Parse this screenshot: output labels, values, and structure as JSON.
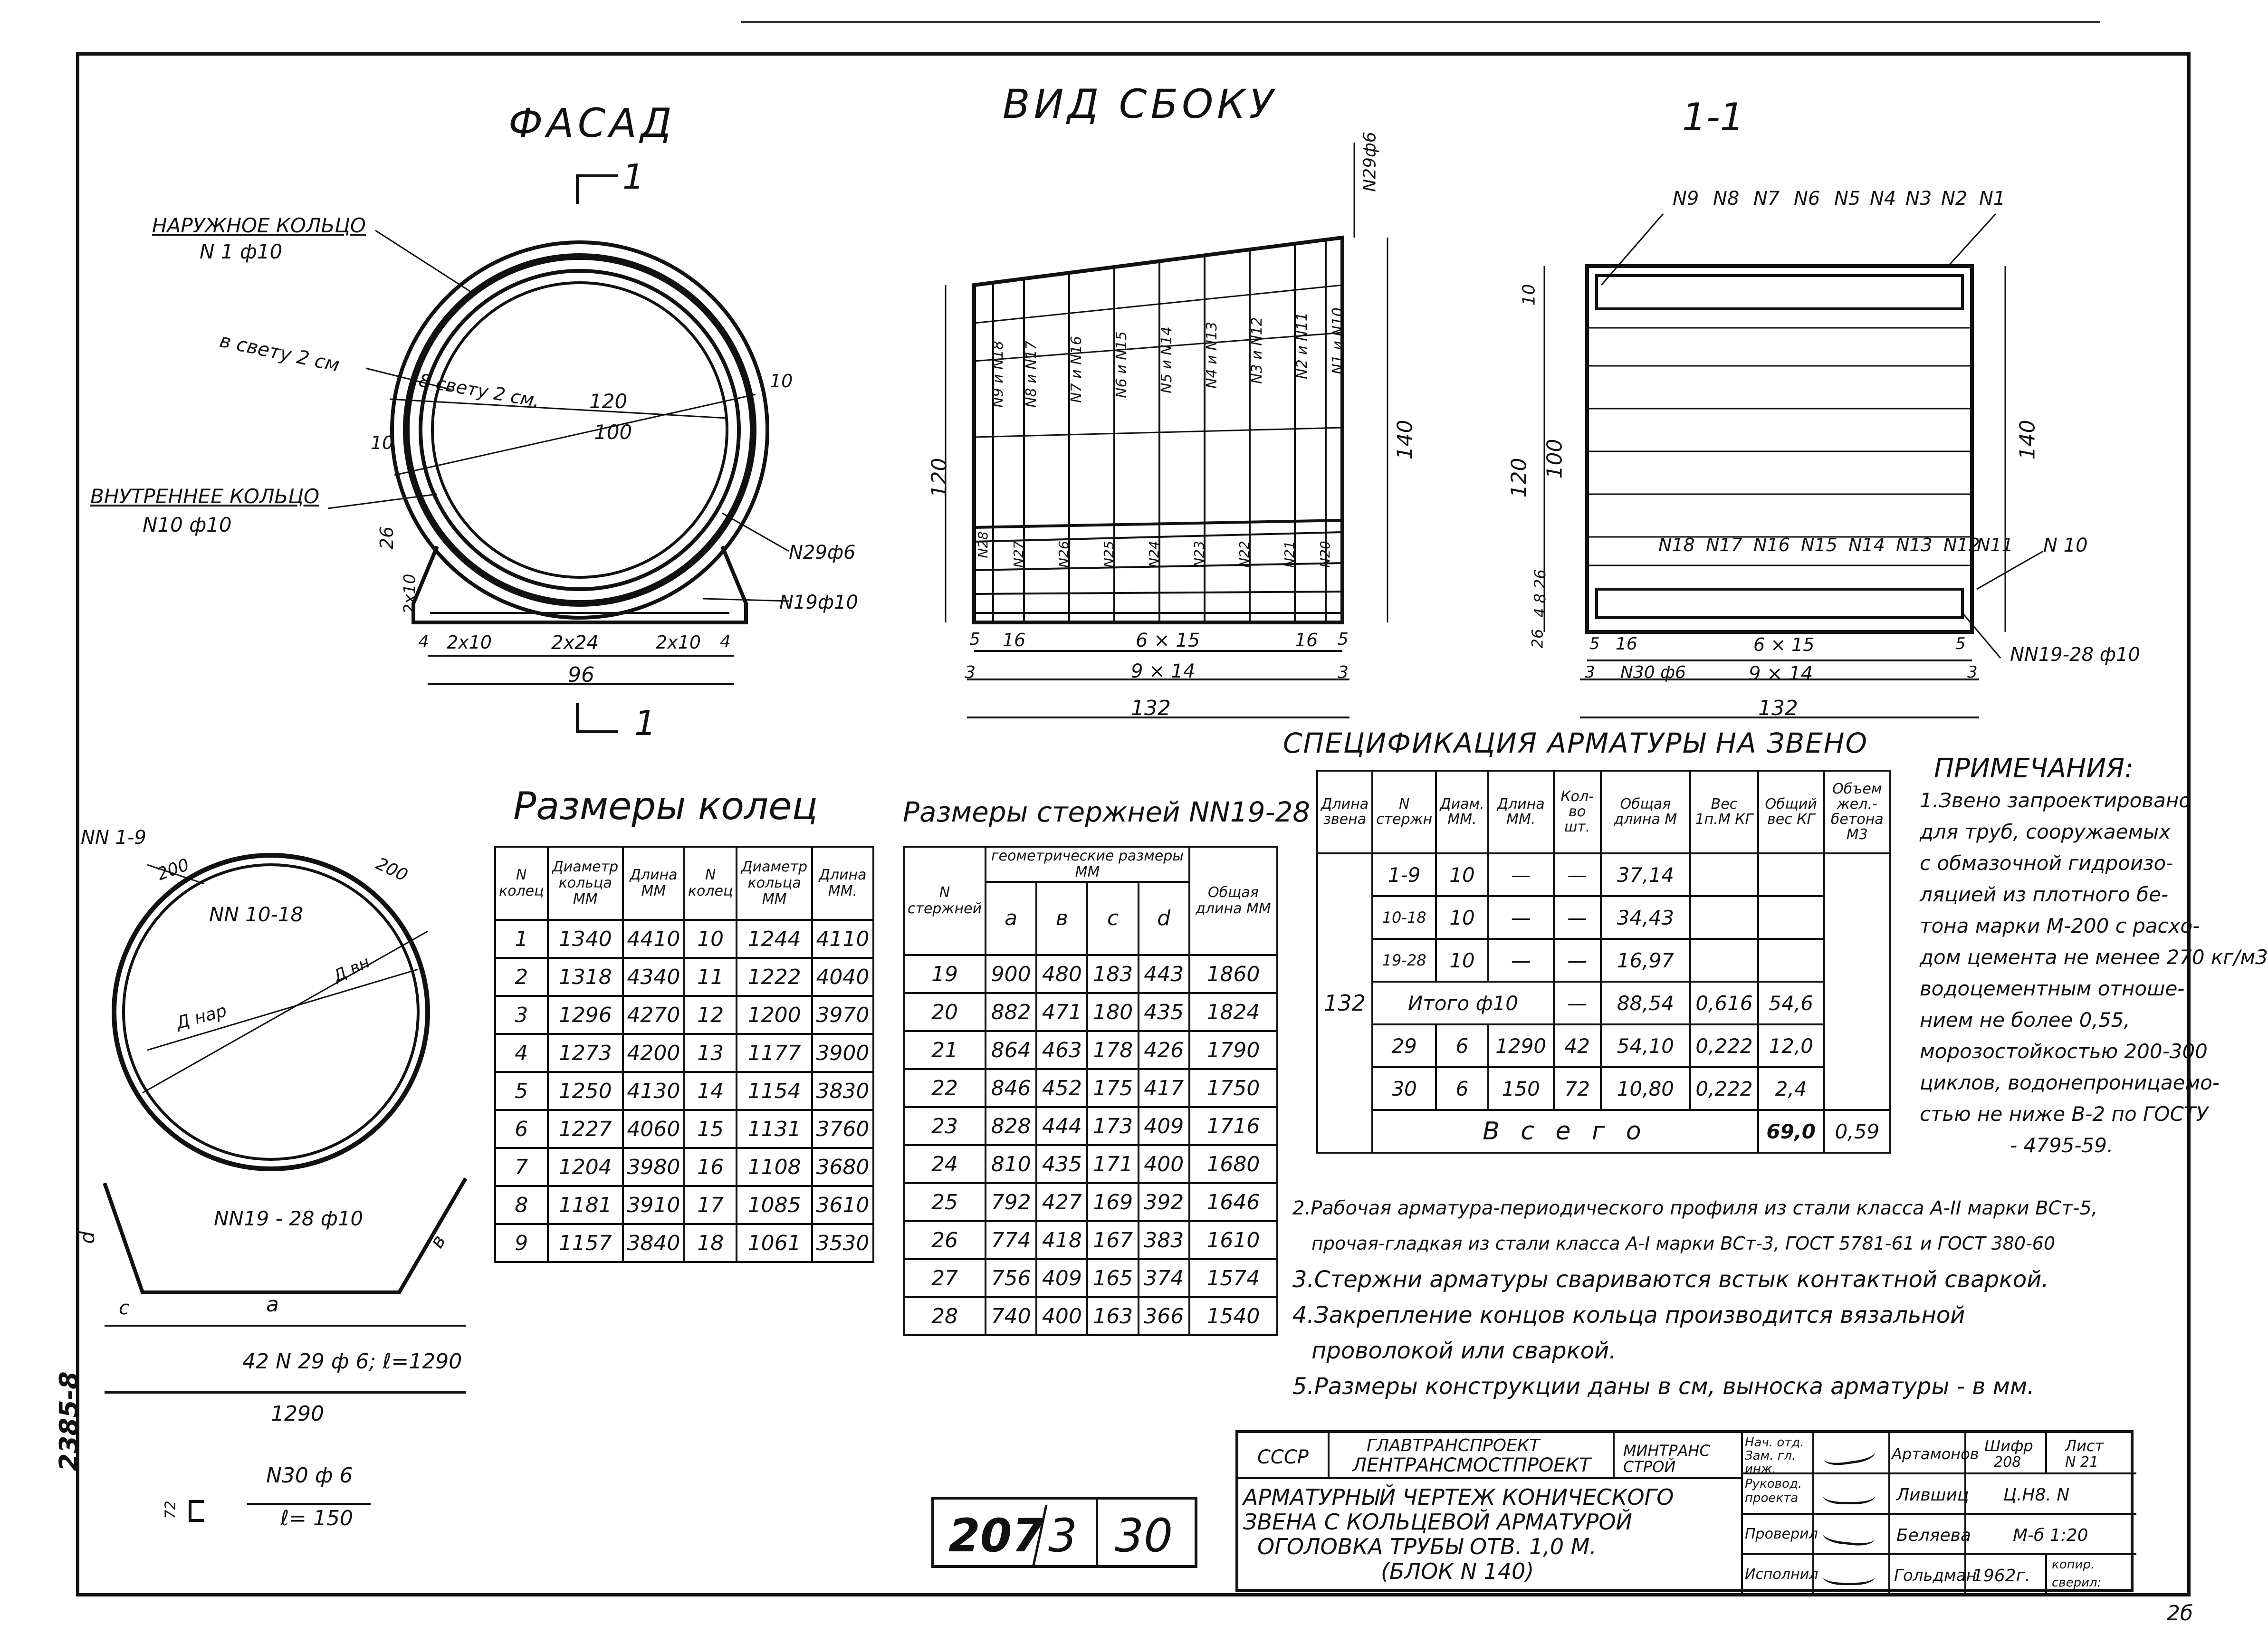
{
  "top_rule": "",
  "views": {
    "facade": {
      "title": "ФАСАД",
      "section_mark": "1",
      "outer_ring_label": "НАРУЖНОЕ КОЛЬЦО",
      "outer_ring_ref": "N 1 ф10",
      "clear1": "в свету 2 см",
      "clear2": "8 свету 2 см.",
      "inner_ring_label": "ВНУТРЕННЕЕ КОЛЬЦО",
      "inner_ring_ref": "N10 ф10",
      "dim_120": "120",
      "dim_100": "100",
      "dim_10a": "10",
      "dim_10b": "10",
      "dim_26": "26",
      "dim_2x10_v": "2х10",
      "ref_29": "N29ф6",
      "ref_19": "N19ф10",
      "dim_4a": "4",
      "dim_4b": "4",
      "dim_2x10_l": "2х10",
      "dim_2x24": "2х24",
      "dim_2x10_r": "2х10",
      "dim_96": "96"
    },
    "side": {
      "title": "ВИД СБОКУ",
      "ref_top": "N29ф6",
      "dim_120": "120",
      "dim_140": "140",
      "upper_labels": [
        "N9 и N18",
        "N8 и N17",
        "N7 и N16",
        "N6 и N15",
        "N5 и N14",
        "N4 и N13",
        "N3 и N12",
        "N2 и N11",
        "N1 и N10"
      ],
      "lower_labels": [
        "N28",
        "N27",
        "N26",
        "N25",
        "N24",
        "N23",
        "N22",
        "N21",
        "N20"
      ],
      "dim_5l": "5",
      "dim_16l": "16",
      "dim_6x15": "6 × 15",
      "dim_16r": "16",
      "dim_5r": "5",
      "dim_3l": "3",
      "dim_9x14": "9 × 14",
      "dim_3r": "3",
      "dim_132": "132"
    },
    "section": {
      "title": "1-1",
      "top_refs": [
        "N9",
        "N8",
        "N7",
        "N6",
        "N5",
        "N4",
        "N3",
        "N2",
        "N1"
      ],
      "dim_10": "10",
      "dim_120": "120",
      "dim_100": "100",
      "dim_140": "140",
      "dim_4826": "4 8 26",
      "dim_26": "26",
      "bottom_refs": [
        "N18",
        "N17",
        "N16",
        "N15",
        "N14",
        "N13",
        "N12",
        "N11"
      ],
      "ref_n10": "N 10",
      "dim_5": "5",
      "dim_16": "16",
      "dim_6x15": "6 × 15",
      "dim_5r": "5",
      "ref_30": "N30 ф6",
      "dim_3l": "3",
      "dim_9x14": "9 × 14",
      "dim_3r": "3",
      "ref_1928": "NN19-28 ф10",
      "dim_132": "132"
    }
  },
  "ring_sketch": {
    "label_1_9": "NN 1-9",
    "dim_200a": "200",
    "dim_200b": "200",
    "label_10_18": "NN 10-18",
    "d_outer": "Д нар",
    "d_inner": "Д вн",
    "bar_label": "NN19 - 28 ф10",
    "dim_d": "d",
    "dim_c": "c",
    "dim_a": "a",
    "dim_b": "в",
    "bar29": "42 N 29 ф 6; ℓ=1290",
    "bar29_len": "1290",
    "bar30": "N30 ф 6",
    "bar30_len": "ℓ= 150",
    "bar30_dim": "72"
  },
  "rings_table": {
    "title": "Размеры колец",
    "headers": [
      "N колец",
      "Диаметр кольца ММ",
      "Длина ММ",
      "N колец",
      "Диаметр кольца ММ",
      "Длина ММ."
    ],
    "rows": [
      [
        "1",
        "1340",
        "4410",
        "10",
        "1244",
        "4110"
      ],
      [
        "2",
        "1318",
        "4340",
        "11",
        "1222",
        "4040"
      ],
      [
        "3",
        "1296",
        "4270",
        "12",
        "1200",
        "3970"
      ],
      [
        "4",
        "1273",
        "4200",
        "13",
        "1177",
        "3900"
      ],
      [
        "5",
        "1250",
        "4130",
        "14",
        "1154",
        "3830"
      ],
      [
        "6",
        "1227",
        "4060",
        "15",
        "1131",
        "3760"
      ],
      [
        "7",
        "1204",
        "3980",
        "16",
        "1108",
        "3680"
      ],
      [
        "8",
        "1181",
        "3910",
        "17",
        "1085",
        "3610"
      ],
      [
        "9",
        "1157",
        "3840",
        "18",
        "1061",
        "3530"
      ]
    ]
  },
  "rods_table": {
    "title": "Размеры стержней NN19-28",
    "headers": [
      "N стержней",
      "геометрические размеры ММ",
      "а",
      "в",
      "с",
      "d",
      "Общая длина ММ"
    ],
    "rows": [
      [
        "19",
        "900",
        "480",
        "183",
        "443",
        "1860"
      ],
      [
        "20",
        "882",
        "471",
        "180",
        "435",
        "1824"
      ],
      [
        "21",
        "864",
        "463",
        "178",
        "426",
        "1790"
      ],
      [
        "22",
        "846",
        "452",
        "175",
        "417",
        "1750"
      ],
      [
        "23",
        "828",
        "444",
        "173",
        "409",
        "1716"
      ],
      [
        "24",
        "810",
        "435",
        "171",
        "400",
        "1680"
      ],
      [
        "25",
        "792",
        "427",
        "169",
        "392",
        "1646"
      ],
      [
        "26",
        "774",
        "418",
        "167",
        "383",
        "1610"
      ],
      [
        "27",
        "756",
        "409",
        "165",
        "374",
        "1574"
      ],
      [
        "28",
        "740",
        "400",
        "163",
        "366",
        "1540"
      ]
    ]
  },
  "spec_table": {
    "title": "СПЕЦИФИКАЦИЯ АРМАТУРЫ НА ЗВЕНО",
    "headers": [
      "Длина звена",
      "N стержн",
      "Диам. ММ.",
      "Длина ММ.",
      "Кол-во шт.",
      "Общая длина М",
      "Вес 1п.М КГ",
      "Общий вес КГ",
      "Объем жел.-бетона М3"
    ],
    "block": "132",
    "rows": [
      [
        "1-9",
        "10",
        "—",
        "—",
        "37,14",
        "",
        ""
      ],
      [
        "10-18",
        "10",
        "—",
        "—",
        "34,43",
        "",
        ""
      ],
      [
        "19-28",
        "10",
        "—",
        "—",
        "16,97",
        "",
        ""
      ]
    ],
    "total10_label": "Итого ф10",
    "total10": [
      "—",
      "88,54",
      "0,616",
      "54,6"
    ],
    "rows2": [
      [
        "29",
        "6",
        "1290",
        "42",
        "54,10",
        "0,222",
        "12,0"
      ],
      [
        "30",
        "6",
        "150",
        "72",
        "10,80",
        "0,222",
        "2,4"
      ]
    ],
    "total_label": "В с е г о",
    "total_weight": "69,0",
    "total_volume": "0,59"
  },
  "notes": {
    "title": "ПРИМЕЧАНИЯ:",
    "n1": [
      "1.Звено запроектировано",
      "для труб, сооружаемых",
      "с обмазочной гидроизо-",
      "ляцией из плотного бе-",
      "тона марки М-200 с расхо-",
      "дом цемента не менее 270 кг/м3",
      "водоцементным отноше-",
      "нием не более 0,55,",
      "морозостойкостью 200-300",
      "циклов, водонепроницаемо-",
      "стью не ниже В-2 по ГОСТУ",
      "- 4795-59."
    ],
    "n2a": "2.Рабочая арматура-периодического профиля из стали класса А-II марки ВСт-5,",
    "n2b": "прочая-гладкая из стали класса А-I марки ВСт-3, ГОСТ 5781-61 и ГОСТ 380-60",
    "n3": "3.Стержни арматуры свариваются встык контактной сваркой.",
    "n4a": "4.Закрепление концов кольца производится вязальной",
    "n4b": "проволокой или сваркой.",
    "n5": "5.Размеры конструкции даны в см, выноска арматуры - в мм."
  },
  "margin_code": "2385-8",
  "drawing_number": {
    "a": "207",
    "b": "3",
    "c": "30"
  },
  "stamp": {
    "country": "СССР",
    "org1": "ГЛАВТРАНСПРОЕКТ",
    "org2": "ЛЕНТРАНСМОСТПРОЕКТ",
    "ministry": "МИНТРАНС СТРОЙ",
    "title1": "АРМАТУРНЫЙ ЧЕРТЕЖ КОНИЧЕСКОГО",
    "title2": "ЗВЕНА С КОЛЬЦЕВОЙ АРМАТУРОЙ",
    "title3": "ОГОЛОВКА ТРУБЫ ОТВ. 1,0 М.",
    "title4": "(БЛОК N 140)",
    "roles": [
      "Нач. отд. Зам. гл. инж.",
      "Руковод. проекта",
      "Проверил",
      "Исполнил"
    ],
    "names": [
      "Артамонов",
      "Лившиц",
      "Беляева",
      "Гольдман"
    ],
    "code_label": "Шифр",
    "code": "208",
    "sheet_label": "Лист",
    "sheet": "N 21",
    "ref": "Ц.Н8. N",
    "scale": "М-б 1:20",
    "year": "1962г.",
    "copy": "копир.",
    "checked": "сверил:"
  },
  "page_number": "2б"
}
